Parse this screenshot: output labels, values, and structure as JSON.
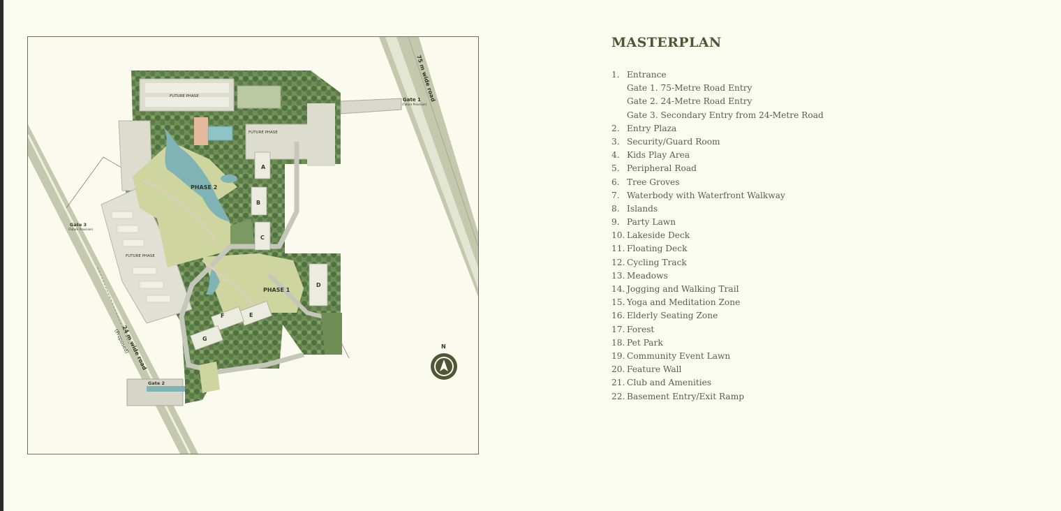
{
  "title": "MASTERPLAN",
  "legend": [
    {
      "num": "1.",
      "label": "Entrance",
      "subs": [
        "Gate 1. 75-Metre Road Entry",
        "Gate 2. 24-Metre Road Entry",
        "Gate 3. Secondary Entry from 24-Metre Road"
      ]
    },
    {
      "num": "2.",
      "label": "Entry Plaza"
    },
    {
      "num": "3.",
      "label": "Security/Guard Room"
    },
    {
      "num": "4.",
      "label": "Kids Play Area"
    },
    {
      "num": "5.",
      "label": "Peripheral Road"
    },
    {
      "num": "6.",
      "label": "Tree Groves"
    },
    {
      "num": "7.",
      "label": "Waterbody with Waterfront Walkway"
    },
    {
      "num": "8.",
      "label": "Islands"
    },
    {
      "num": "9.",
      "label": "Party Lawn"
    },
    {
      "num": "10.",
      "label": "Lakeside Deck"
    },
    {
      "num": "11.",
      "label": "Floating Deck"
    },
    {
      "num": "12.",
      "label": "Cycling Track"
    },
    {
      "num": "13.",
      "label": "Meadows"
    },
    {
      "num": "14.",
      "label": "Jogging and Walking Trail"
    },
    {
      "num": "15.",
      "label": "Yoga and Meditation Zone"
    },
    {
      "num": "16.",
      "label": "Elderly Seating Zone"
    },
    {
      "num": "17.",
      "label": "Forest"
    },
    {
      "num": "18.",
      "label": "Pet Park"
    },
    {
      "num": "19.",
      "label": "Community Event Lawn"
    },
    {
      "num": "20.",
      "label": "Feature Wall"
    },
    {
      "num": "21.",
      "label": "Club and Amenities"
    },
    {
      "num": "22.",
      "label": "Basement Entry/Exit Ramp"
    }
  ],
  "map": {
    "road_75": "75 m wide road",
    "road_24": "24 m wide road",
    "road_24_note": "(Proposed)",
    "gate1": "Gate 1",
    "gate1_note": "(Future Provision)",
    "gate2": "Gate 2",
    "gate3": "Gate 3",
    "gate3_note": "(Future Provision)",
    "future_phase": "FUTURE PHASE",
    "phase1": "PHASE 1",
    "phase2": "PHASE 2",
    "towers": [
      "A",
      "B",
      "C",
      "D",
      "E",
      "F",
      "G"
    ],
    "compass": "N",
    "colors": {
      "lawn": "#cfd59e",
      "tree": "#5e7f4a",
      "water": "#7fb3b6",
      "path": "#c6c7bb",
      "road": "#c4c9ad"
    }
  }
}
